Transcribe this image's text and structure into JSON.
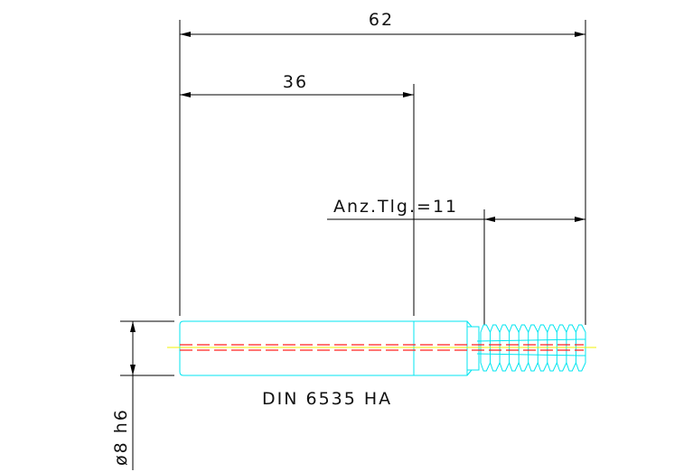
{
  "dimensions": {
    "overall_length": "62",
    "shank_length": "36",
    "thread_note": "Anz.Tlg.=11",
    "diameter": "ø8 h6"
  },
  "part_label": "DIN 6535 HA",
  "thread_count": 11,
  "colors": {
    "outline": "#00e5f0",
    "hidden": "#ff2020",
    "center": "#f0f000",
    "dimension": "#000000"
  }
}
